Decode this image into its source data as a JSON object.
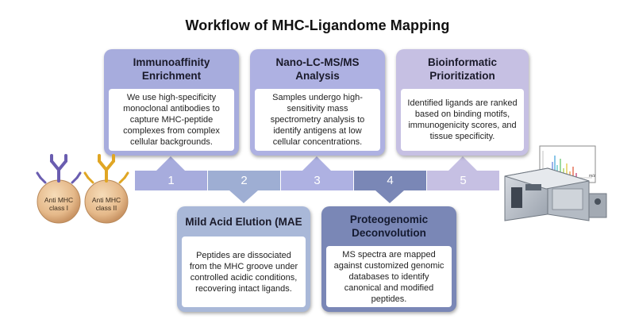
{
  "title": "Workflow of MHC-Ligandome Mapping",
  "steps": [
    {
      "number": "1",
      "heading": "Immunoaffinity Enrichment",
      "text": "We use high-specificity monoclonal antibodies to capture MHC-peptide complexes from complex cellular backgrounds.",
      "color": "#a7acdd"
    },
    {
      "number": "2",
      "heading": "Mild Acid Elution (MAE",
      "text": "Peptides are dissociated from the MHC groove under controlled acidic conditions, recovering intact ligands.",
      "color": "#a9b8d8"
    },
    {
      "number": "3",
      "heading": "Nano-LC-MS/MS Analysis",
      "text": "Samples undergo high-sensitivity mass spectrometry analysis to identify antigens at low cellular concentrations.",
      "color": "#aeb1e2"
    },
    {
      "number": "4",
      "heading": "Proteogenomic Deconvolution",
      "text": "MS spectra are mapped against customized genomic databases to identify canonical and modified peptides.",
      "color": "#7a87b6"
    },
    {
      "number": "5",
      "heading": "Bioinformatic Prioritization",
      "text": "Identified ligands are ranked based on binding motifs, immunogenicity scores, and tissue specificity.",
      "color": "#c6c0e3"
    }
  ],
  "left_image": {
    "antibody_1_label": "Anti MHC class I",
    "antibody_2_label": "Anti MHC class II",
    "label_1_line1": "Anti MHC",
    "label_1_line2": "class I",
    "label_2_line1": "Anti MHC",
    "label_2_line2": "class II"
  },
  "right_image": {
    "screen_axis_label": "m/z"
  }
}
